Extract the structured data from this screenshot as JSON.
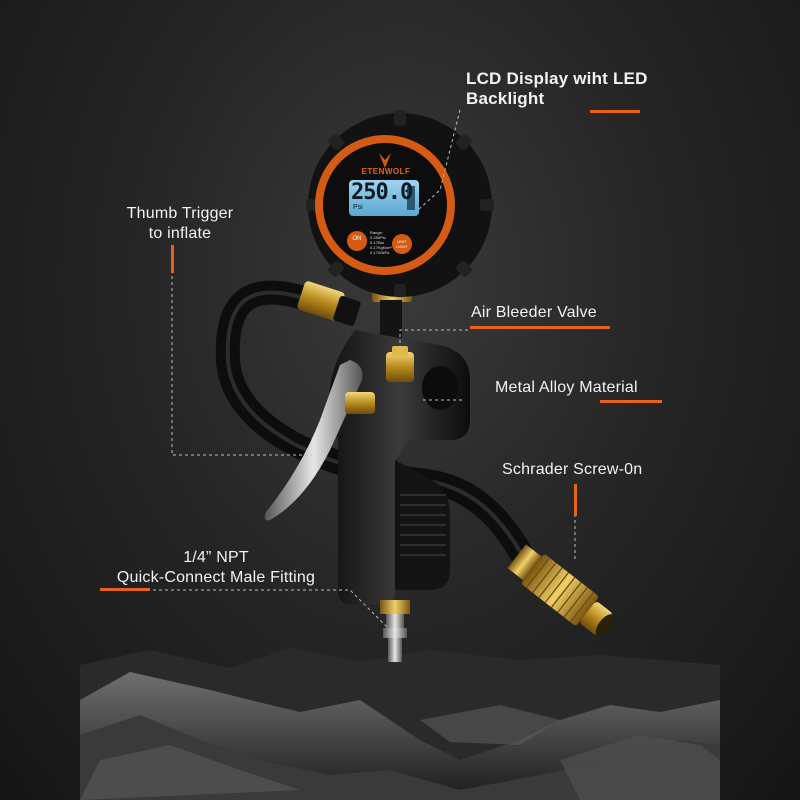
{
  "theme": {
    "accent": "#e8621a",
    "background": "#262626"
  },
  "product": {
    "brand": "ETENWOLF",
    "display_reading": "250.0",
    "display_unit": "Psi",
    "on_button": "ON",
    "unit_button": "UNIT LIGHT",
    "range_text": [
      "Range:",
      "0-250Psi",
      "0-17Bar",
      "0-17Kgf/cm²",
      "0-1700kPa"
    ],
    "hose_color": "#111111",
    "fitting_color": "#c9a227"
  },
  "callouts": {
    "lcd": [
      "LCD Display wiht LED",
      "Backlight"
    ],
    "thumb": [
      "Thumb Trigger",
      "to inflate"
    ],
    "bleeder": "Air Bleeder Valve",
    "metal": "Metal Alloy Material",
    "schrader": "Schrader Screw-0n",
    "npt": [
      "1/4” NPT",
      "Quick-Connect Male Fitting"
    ]
  }
}
